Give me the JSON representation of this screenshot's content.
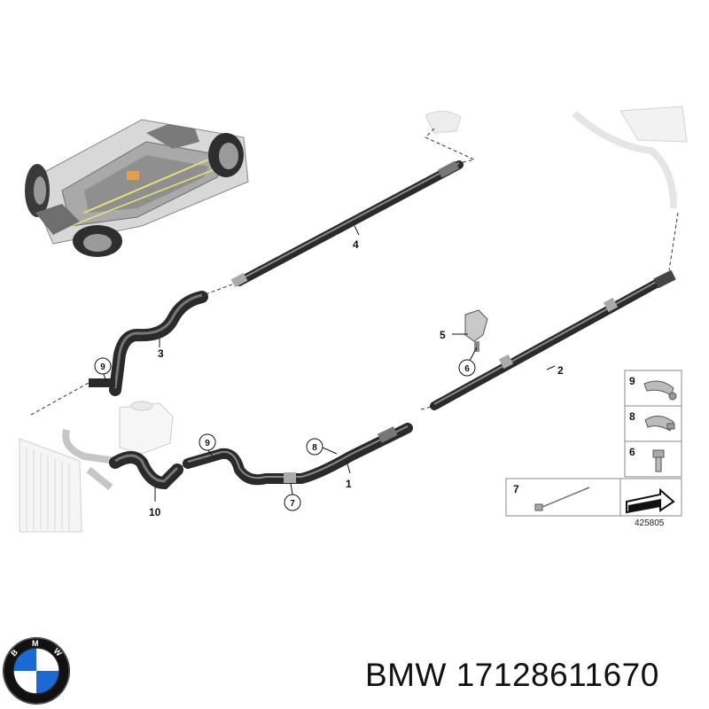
{
  "callouts": {
    "c1": "1",
    "c2": "2",
    "c3": "3",
    "c4": "4",
    "c5": "5",
    "c10": "10"
  },
  "circled": {
    "c6": "6",
    "c7": "7",
    "c8": "8",
    "c9a": "9",
    "c9b": "9"
  },
  "legend": {
    "r9": "9",
    "r8": "8",
    "r6": "6",
    "r7": "7"
  },
  "diagram_id": "425805",
  "footer": {
    "brand": "BMW",
    "part_number": "17128611670"
  },
  "logo": {
    "text": "BMW",
    "colors": {
      "blue": "#1c69d4",
      "black": "#111111",
      "white": "#ffffff"
    }
  }
}
